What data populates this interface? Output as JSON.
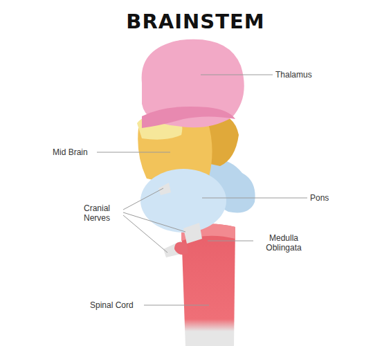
{
  "diagram": {
    "title": "BRAINSTEM",
    "labels": [
      "Thalamus",
      "Mid Brain",
      "Cranial Nerves",
      "Pons",
      "Medulla Oblingata",
      "Spinal Cord"
    ]
  }
}
